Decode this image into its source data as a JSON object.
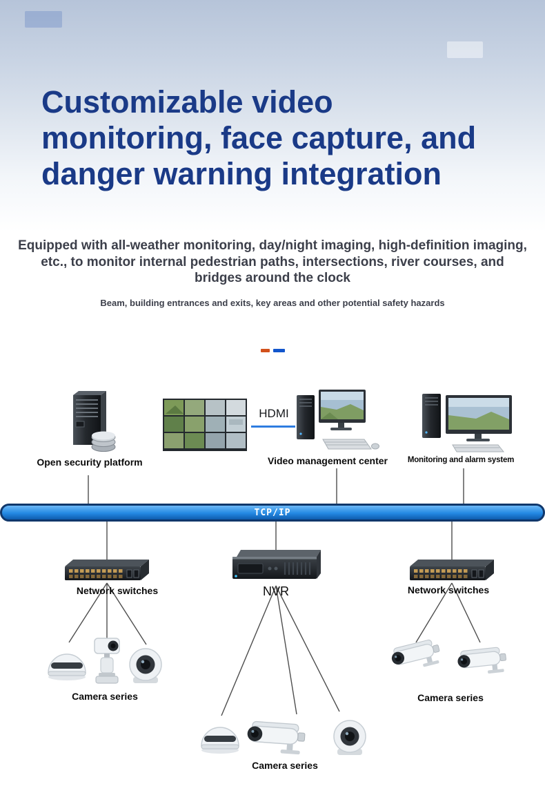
{
  "hero": {
    "title_lines": [
      "Customizable video",
      "monitoring, face capture, and",
      "danger warning integration"
    ],
    "subtitle": "Equipped with all-weather monitoring, day/night imaging, high-definition imaging, etc., to monitor internal pedestrian paths, intersections, river courses, and bridges around the clock",
    "note": "Beam, building entrances and exits, key areas and other potential safety hazards"
  },
  "diagram": {
    "hdmi_label": "HDMI",
    "bus_label": "TCP/IP",
    "nodes": {
      "open_platform": "Open security platform",
      "video_mgmt": "Video management center",
      "monitoring_alarm": "Monitoring and alarm system",
      "switch_left": "Network switches",
      "nvr": "NVR",
      "switch_right": "Network switches",
      "cameras_left": "Camera series",
      "cameras_center": "Camera series",
      "cameras_right": "Camera series"
    }
  },
  "colors": {
    "title_blue": "#1a3a87",
    "divider_orange": "#d2511c",
    "divider_blue": "#1256cc",
    "bus_blue": "#2389e3",
    "hdmi_underline": "#2e7ce0"
  }
}
